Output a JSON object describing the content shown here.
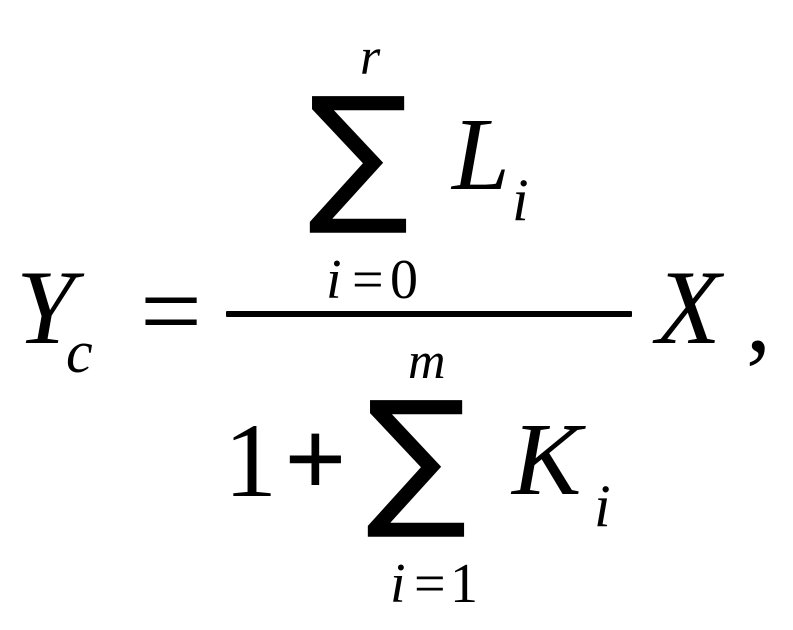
{
  "formula": {
    "lhs": {
      "symbol": "Y",
      "subscript": "c"
    },
    "equals": "=",
    "numerator": {
      "sum_symbol": "∑",
      "upper_limit": "r",
      "lower_limit_var": "i",
      "lower_limit_eq": "=",
      "lower_limit_val": "0",
      "term": "L",
      "term_subscript": "i"
    },
    "denominator": {
      "constant": "1",
      "plus": "+",
      "sum_symbol": "∑",
      "upper_limit": "m",
      "lower_limit_var": "i",
      "lower_limit_eq": "=",
      "lower_limit_val": "1",
      "term": "K",
      "term_subscript": "i"
    },
    "multiplier": "X",
    "trailing": ","
  }
}
